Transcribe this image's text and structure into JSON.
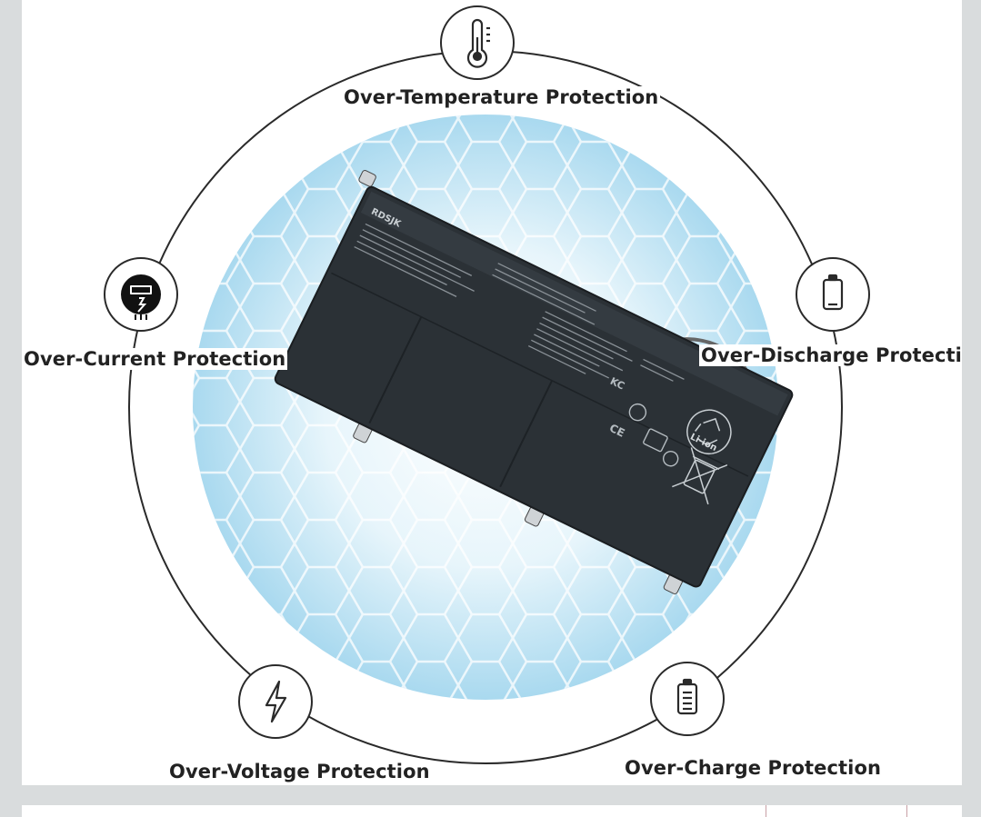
{
  "features": [
    {
      "icon": "thermometer-icon",
      "label": "Over-Temperature Protection"
    },
    {
      "icon": "ammeter-icon",
      "label": "Over-Current Protection"
    },
    {
      "icon": "battery-empty-icon",
      "label": "Over-Discharge Protection"
    },
    {
      "icon": "lightning-bolt-icon",
      "label": "Over-Voltage Protection"
    },
    {
      "icon": "battery-full-icon",
      "label": "Over-Charge Protection"
    }
  ],
  "battery": {
    "brand": "RDSJK",
    "chemistry_mark": "Li-ion",
    "certification_marks": [
      "CE",
      "KC"
    ]
  },
  "colors": {
    "page_bg": "#d9dcdd",
    "panel_bg": "#ffffff",
    "ring": "#2a2a2a",
    "glow_center": "#ffffff",
    "glow_edge": "#a9d9ef",
    "battery_body": "#2b3136",
    "label_text": "#222222"
  }
}
